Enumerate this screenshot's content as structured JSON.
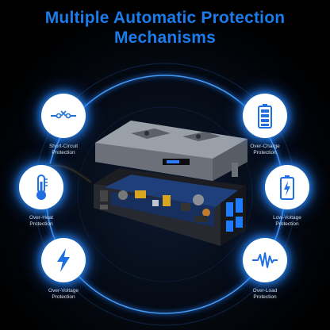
{
  "heading": {
    "line1": "Multiple Automatic Protection",
    "line2": "Mechanisms"
  },
  "colors": {
    "heading": "#1a7bea",
    "ring": "#2a8cff",
    "icon": "#1f6fe0",
    "label": "#dfe6ee"
  },
  "features": [
    {
      "icon": "fuse-icon",
      "line1": "Short-Circuit",
      "line2": "Protection"
    },
    {
      "icon": "battery-full-icon",
      "line1": "Over-Charge",
      "line2": "Protection"
    },
    {
      "icon": "thermometer-icon",
      "line1": "Over-Heat",
      "line2": "Protection"
    },
    {
      "icon": "battery-charging-icon",
      "line1": "Low-Voltage",
      "line2": "Protection"
    },
    {
      "icon": "lightning-bolt-icon",
      "line1": "Over-Voltage",
      "line2": "Protection"
    },
    {
      "icon": "waveform-icon",
      "line1": "Over-Load",
      "line2": "Protection"
    }
  ]
}
